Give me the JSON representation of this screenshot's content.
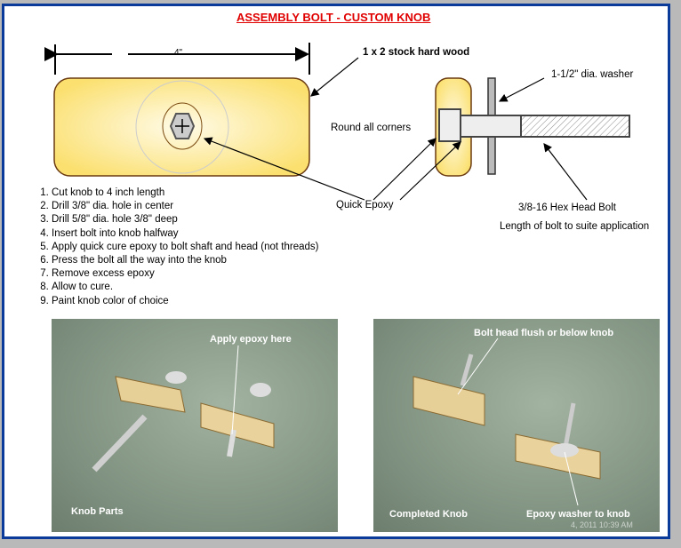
{
  "title": "ASSEMBLY BOLT - CUSTOM KNOB",
  "dimension": "4\"",
  "labels": {
    "stock": "1 x 2 stock hard wood",
    "washer": "1-1/2\" dia. washer",
    "corners": "Round all corners",
    "epoxy": "Quick Epoxy",
    "bolt": "3/8-16 Hex Head Bolt",
    "length": "Length of bolt to suite application"
  },
  "steps": [
    "Cut knob to 4 inch length",
    "Drill 3/8\" dia. hole in center",
    "Drill 5/8\" dia. hole 3/8\" deep",
    "Insert bolt into knob halfway",
    "Apply quick cure epoxy to bolt shaft  and head (not threads)",
    "Press the bolt all the way into the knob",
    "Remove excess epoxy",
    "Allow to cure.",
    "Paint knob color of choice"
  ],
  "photo1": {
    "top": "Apply epoxy here",
    "caption": "Knob Parts"
  },
  "photo2": {
    "top": "Bolt head flush or below knob",
    "caption": "Completed Knob",
    "caption2": "Epoxy washer to knob",
    "timestamp": "4, 2011 10:39 AM"
  }
}
